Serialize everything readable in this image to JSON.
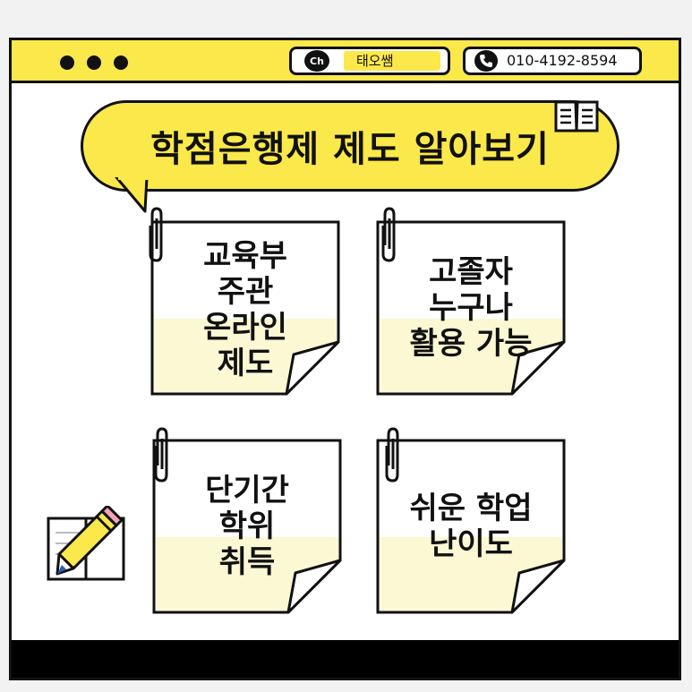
{
  "topbar": {
    "channel_badge": "Ch",
    "channel_name": "태오쌤",
    "phone": "010-4192-8594"
  },
  "title": "학점은행제 제도 알아보기",
  "notes": [
    {
      "lines": [
        "교육부",
        "주관",
        "온라인",
        "제도"
      ]
    },
    {
      "lines": [
        "고졸자",
        "누구나",
        "활용 가능"
      ]
    },
    {
      "lines": [
        "단기간",
        "학위",
        "취득"
      ]
    },
    {
      "lines": [
        "쉬운 학업",
        "난이도"
      ]
    }
  ],
  "colors": {
    "accent_yellow": "#fbe84a",
    "note_highlight": "#fbf8d3",
    "ink": "#111111"
  },
  "icons": [
    "more-dots-icon",
    "channel-icon",
    "phone-icon",
    "book-icon",
    "paperclip-icon",
    "pencil-book-icon"
  ]
}
